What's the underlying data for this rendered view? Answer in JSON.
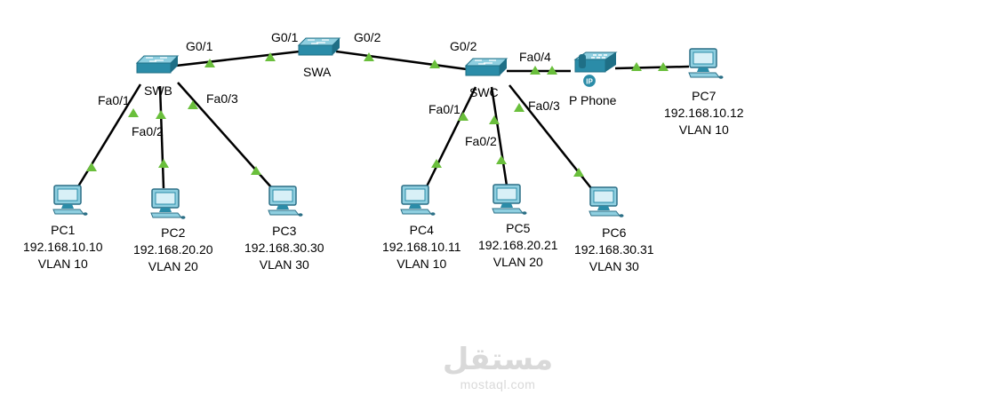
{
  "devices": {
    "swa": {
      "name": "SWA"
    },
    "swb": {
      "name": "SWB"
    },
    "swc": {
      "name": "SWC"
    },
    "phone": {
      "name": "P Phone",
      "badge": "IP"
    },
    "pc1": {
      "name": "PC1",
      "ip": "192.168.10.10",
      "vlan": "VLAN 10"
    },
    "pc2": {
      "name": "PC2",
      "ip": "192.168.20.20",
      "vlan": "VLAN 20"
    },
    "pc3": {
      "name": "PC3",
      "ip": "192.168.30.30",
      "vlan": "VLAN 30"
    },
    "pc4": {
      "name": "PC4",
      "ip": "192.168.10.11",
      "vlan": "VLAN 10"
    },
    "pc5": {
      "name": "PC5",
      "ip": "192.168.20.21",
      "vlan": "VLAN 20"
    },
    "pc6": {
      "name": "PC6",
      "ip": "192.168.30.31",
      "vlan": "VLAN 30"
    },
    "pc7": {
      "name": "PC7",
      "ip": "192.168.10.12",
      "vlan": "VLAN 10"
    }
  },
  "ports": {
    "swb_g01": "G0/1",
    "swa_g01": "G0/1",
    "swa_g02": "G0/2",
    "swc_g02": "G0/2",
    "swb_fa01": "Fa0/1",
    "swb_fa02": "Fa0/2",
    "swb_fa03": "Fa0/3",
    "swc_fa01": "Fa0/1",
    "swc_fa02": "Fa0/2",
    "swc_fa03": "Fa0/3",
    "swc_fa04": "Fa0/4"
  },
  "watermark": {
    "arabic": "مستقل",
    "latin": "mostaql.com"
  },
  "colors": {
    "link": "#000000",
    "port_up": "#6abf3c",
    "device": "#2b8ca8",
    "device_light": "#8fcfe0"
  }
}
